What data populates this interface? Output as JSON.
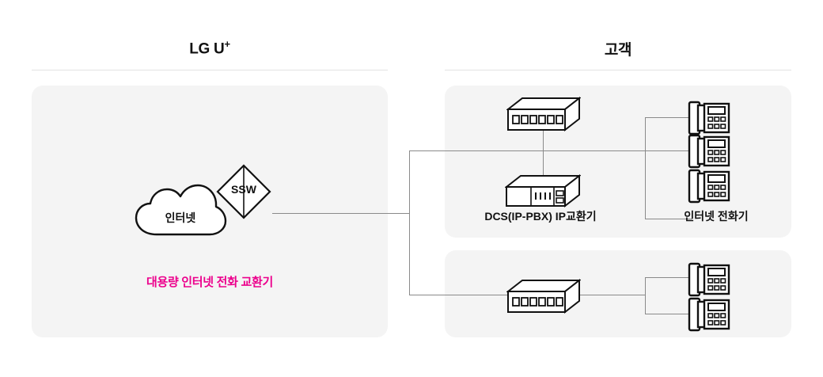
{
  "diagram": {
    "title_left": "LG U",
    "title_left_sup": "+",
    "title_right": "고객",
    "provider_panel": {
      "cloud_label": "인터넷",
      "switch_label": "SSW",
      "caption": "대용량 인터넷 전화 교환기",
      "caption_color": "#ec008c"
    },
    "customer_top_panel": {
      "device_caption": "DCS(IP-PBX) IP교환기",
      "phone_caption": "인터넷 전화기",
      "icons": {
        "switch": "network-switch-icon",
        "pbx": "ip-pbx-icon",
        "phone": "ip-phone-icon"
      },
      "phone_count": 3
    },
    "customer_bottom_panel": {
      "icons": {
        "switch": "network-switch-icon",
        "phone": "ip-phone-icon"
      },
      "phone_count": 2
    },
    "colors": {
      "panel_bg": "#f4f4f4",
      "line": "#8a8a8a",
      "divider": "#e3e3e3",
      "text": "#111111",
      "accent": "#ec008c"
    }
  }
}
